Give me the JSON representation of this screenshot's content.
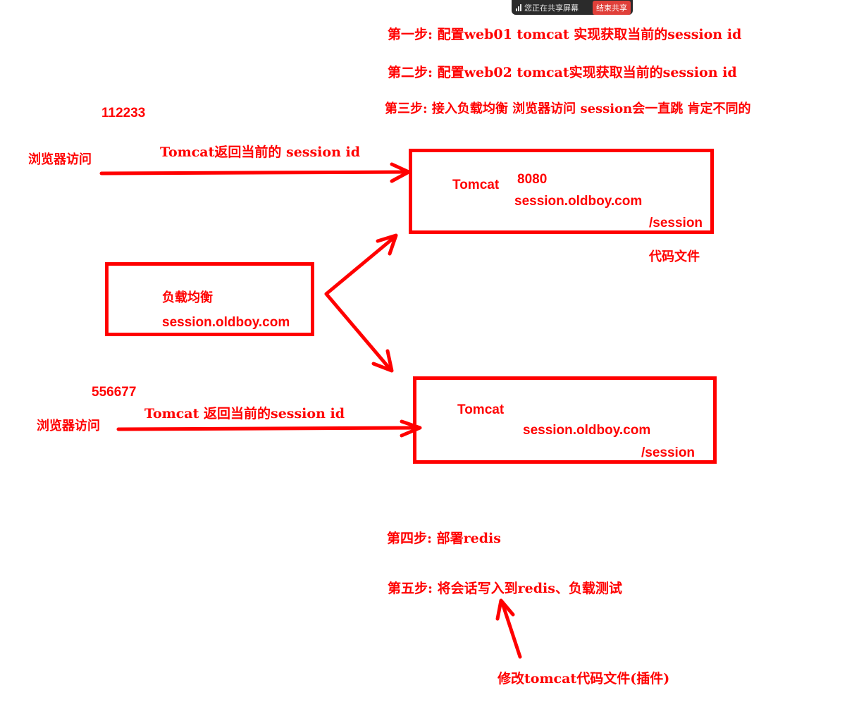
{
  "share_bar": {
    "status": "您正在共享屏幕",
    "stop_label": "结束共享"
  },
  "steps": {
    "step1": "第一步:  配置web01 tomcat 实现获取当前的session id",
    "step2": "第二步: 配置web02 tomcat实现获取当前的session id",
    "step3": "第三步: 接入负载均衡 浏览器访问 session会一直跳 肯定不同的",
    "step4": "第四步: 部署redis",
    "step5": "第五步: 将会话写入到redis、负载测试"
  },
  "top_flow": {
    "session_value": "112233",
    "client_label": "浏览器访问",
    "arrow_label": "Tomcat返回当前的 session id"
  },
  "bottom_flow": {
    "session_value": "556677",
    "client_label": "浏览器访问",
    "arrow_label": "Tomcat 返回当前的session id"
  },
  "tomcat1": {
    "name": "Tomcat",
    "port": "8080",
    "domain": "session.oldboy.com",
    "path": "/session",
    "note": "代码文件"
  },
  "tomcat2": {
    "name": "Tomcat",
    "domain": "session.oldboy.com",
    "path": "/session"
  },
  "load_balancer": {
    "name": "负载均衡",
    "domain": "session.oldboy.com"
  },
  "plugin_note": "修改tomcat代码文件(插件)",
  "colors": {
    "annotation": "#ff0000",
    "share_bar_bg": "#2b2b2b",
    "stop_button": "#e0403a"
  }
}
